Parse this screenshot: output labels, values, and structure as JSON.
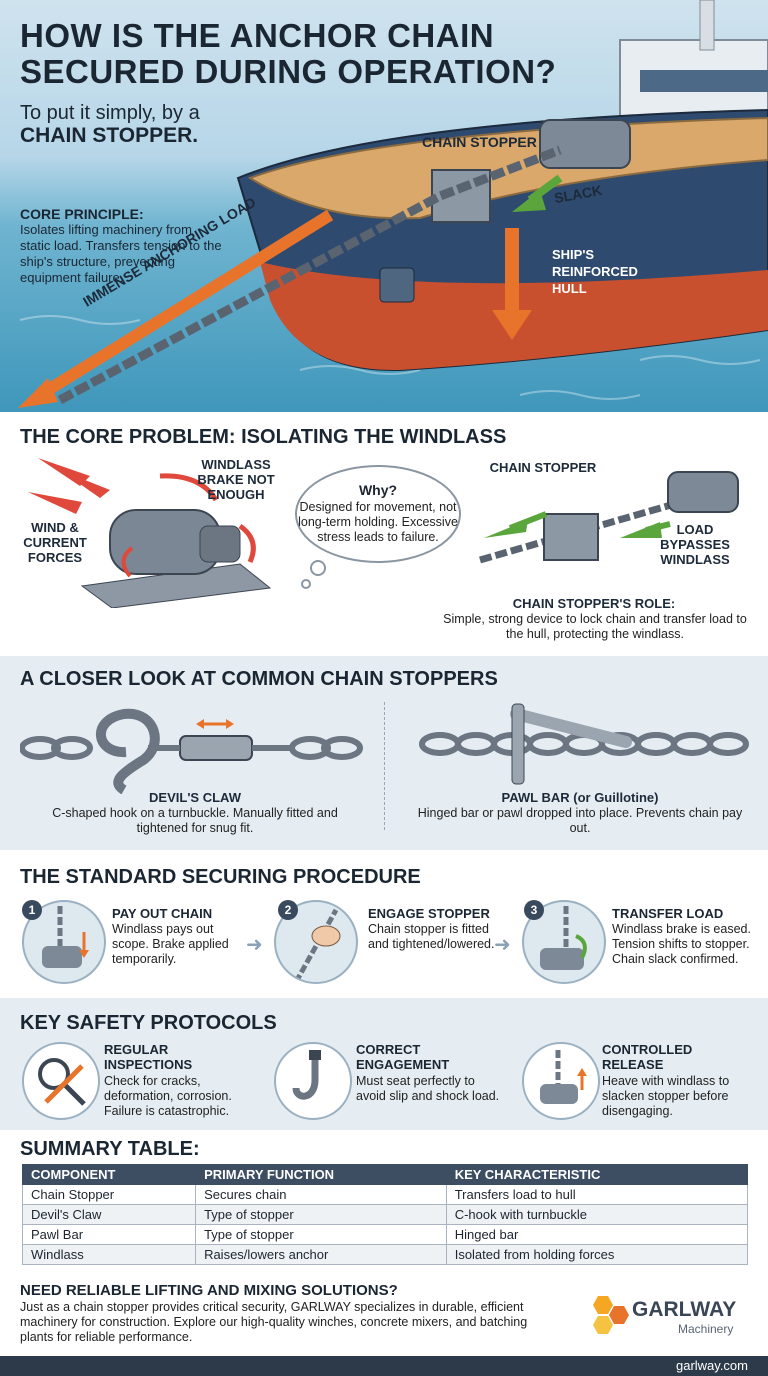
{
  "hero": {
    "title": "HOW IS THE ANCHOR CHAIN SECURED DURING OPERATION?",
    "subtitle": "To put it simply, by a",
    "subtitle_bold": "CHAIN STOPPER.",
    "core_heading": "CORE PRINCIPLE:",
    "core_text": "Isolates lifting machinery from static load. Transfers tension to the ship's structure, preventing equipment failure.",
    "label_chain_stopper": "CHAIN STOPPER",
    "label_slack": "SLACK",
    "label_hull": "SHIP'S REINFORCED HULL",
    "label_load": "IMMENSE ANCHORING LOAD"
  },
  "problem": {
    "title": "THE CORE PROBLEM: ISOLATING THE WINDLASS",
    "windlass_brake": "WINDLASS BRAKE NOT ENOUGH",
    "wind_forces": "WIND & CURRENT FORCES",
    "why_heading": "Why?",
    "why_text": "Designed for movement, not long-term holding. Excessive stress leads to failure.",
    "chain_stopper_label": "CHAIN STOPPER",
    "load_bypasses": "LOAD BYPASSES WINDLASS",
    "role_heading": "CHAIN STOPPER'S ROLE:",
    "role_text": "Simple, strong device to lock chain and transfer load to the hull, protecting the windlass."
  },
  "stoppers": {
    "title": "A CLOSER LOOK AT COMMON CHAIN STOPPERS",
    "devils_claw_name": "DEVIL'S CLAW",
    "devils_claw_text": "C-shaped hook on a turnbuckle. Manually fitted and tightened for snug fit.",
    "pawl_bar_name": "PAWL BAR (or Guillotine)",
    "pawl_bar_text": "Hinged bar or pawl dropped into place. Prevents chain pay out."
  },
  "procedure": {
    "title": "THE STANDARD SECURING PROCEDURE",
    "steps": [
      {
        "num": "1",
        "heading": "PAY OUT CHAIN",
        "text": "Windlass pays out scope. Brake applied temporarily."
      },
      {
        "num": "2",
        "heading": "ENGAGE STOPPER",
        "text": "Chain stopper is fitted and tightened/lowered."
      },
      {
        "num": "3",
        "heading": "TRANSFER LOAD",
        "text": "Windlass brake is eased. Tension shifts to stopper. Chain slack confirmed."
      }
    ]
  },
  "safety": {
    "title": "KEY SAFETY PROTOCOLS",
    "items": [
      {
        "heading": "REGULAR INSPECTIONS",
        "text": "Check for cracks, deformation, corrosion. Failure is catastrophic."
      },
      {
        "heading": "CORRECT ENGAGEMENT",
        "text": "Must seat perfectly to avoid slip and shock load."
      },
      {
        "heading": "CONTROLLED RELEASE",
        "text": "Heave with windlass to slacken stopper before disengaging."
      }
    ]
  },
  "summary": {
    "title": "SUMMARY TABLE:",
    "headers": [
      "COMPONENT",
      "PRIMARY FUNCTION",
      "KEY CHARACTERISTIC"
    ],
    "rows": [
      [
        "Chain Stopper",
        "Secures chain",
        "Transfers load to hull"
      ],
      [
        "Devil's Claw",
        "Type of stopper",
        "C-hook with turnbuckle"
      ],
      [
        "Pawl Bar",
        "Type of stopper",
        "Hinged bar"
      ],
      [
        "Windlass",
        "Raises/lowers anchor",
        "Isolated from holding forces"
      ]
    ]
  },
  "cta": {
    "heading": "NEED RELIABLE LIFTING AND MIXING SOLUTIONS?",
    "text": "Just as a chain stopper provides critical security, GARLWAY specializes in durable, efficient machinery for construction. Explore our high-quality winches, concrete mixers, and batching plants for reliable performance.",
    "brand": "GARLWAY",
    "brand_sub": "Machinery"
  },
  "footer": {
    "url": "garlway.com"
  },
  "colors": {
    "accent_orange": "#e8742c",
    "green_arrow": "#5aa63c",
    "red_arrow": "#e0483c",
    "hull_blue": "#2e4a6e",
    "hull_red": "#c9502e"
  }
}
